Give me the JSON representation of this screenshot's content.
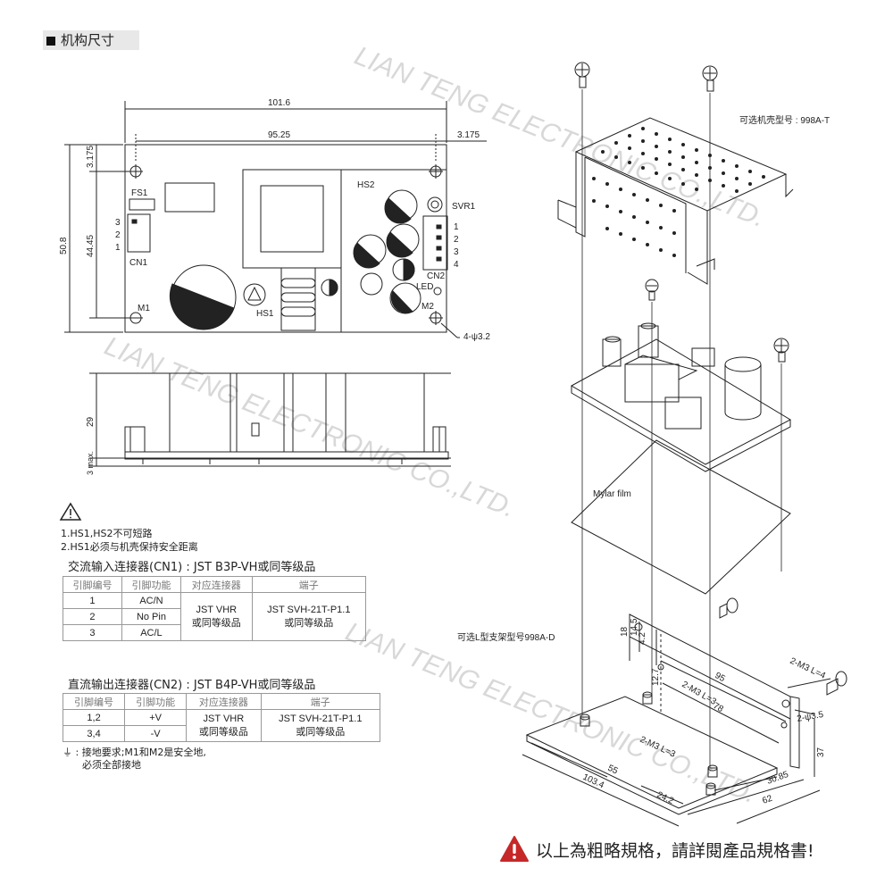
{
  "section_title": "机构尺寸",
  "watermark": "LIAN TENG ELECTRONIC CO.,LTD.",
  "top_view": {
    "dims": {
      "overall_width": "101.6",
      "hole_spacing": "95.25",
      "edge_offset_right": "3.175",
      "edge_offset_top": "3.175",
      "overall_height": "50.8",
      "hole_spacing_v": "44.45",
      "hole_callout": "4-ψ3.2"
    },
    "labels": {
      "fs1": "FS1",
      "cn1": "CN1",
      "cn1_pins": [
        "3",
        "2",
        "1"
      ],
      "m1": "M1",
      "hs1": "HS1",
      "hs2": "HS2",
      "svr1": "SVR1",
      "cn2": "CN2",
      "cn2_pins": [
        "1",
        "2",
        "3",
        "4"
      ],
      "led": "LED",
      "m2": "M2"
    }
  },
  "side_view": {
    "height": "29",
    "standoff": "3 max."
  },
  "notes": [
    "1.HS1,HS2不可短路",
    "2.HS1必须与机壳保持安全距离"
  ],
  "cn1_table": {
    "title": "交流输入连接器(CN1) : JST B3P-VH或同等级品",
    "headers": [
      "引脚编号",
      "引脚功能",
      "对应连接器",
      "端子"
    ],
    "rows": [
      [
        "1",
        "AC/N"
      ],
      [
        "2",
        "No Pin"
      ],
      [
        "3",
        "AC/L"
      ]
    ],
    "mating": "JST VHR\n或同等级品",
    "terminal": "JST SVH-21T-P1.1\n或同等级品"
  },
  "cn2_table": {
    "title": "直流输出连接器(CN2) : JST B4P-VH或同等级品",
    "headers": [
      "引脚编号",
      "引脚功能",
      "对应连接器",
      "端子"
    ],
    "rows": [
      [
        "1,2",
        "+V"
      ],
      [
        "3,4",
        "-V"
      ]
    ],
    "mating": "JST VHR\n或同等级品",
    "terminal": "JST SVH-21T-P1.1\n或同等级品"
  },
  "ground_note": [
    "⏚ : 接地要求;M1和M2是安全地,",
    "必须全部接地"
  ],
  "exploded": {
    "case_label": "可选机壳型号 : 998A-T",
    "film_label": "Mylar film",
    "bracket_label": "可选L型支架型号998A-D",
    "dims": {
      "d18": "18",
      "d14_5": "14.5",
      "d4_2": "4.2",
      "d95": "95",
      "d12_7": "12.7",
      "m3_l3_a": "2-M3 L=3",
      "d78": "78",
      "m3_l4": "2-M3 L=4",
      "hole": "2-ψ3.5",
      "d37": "37",
      "m3_l3_b": "2-M3 L=3",
      "d55": "55",
      "d103_4": "103.4",
      "d24_2": "24.2",
      "d30_85": "30.85",
      "d62": "62"
    }
  },
  "footer_text": "以上為粗略規格，請詳閱產品規格書!"
}
